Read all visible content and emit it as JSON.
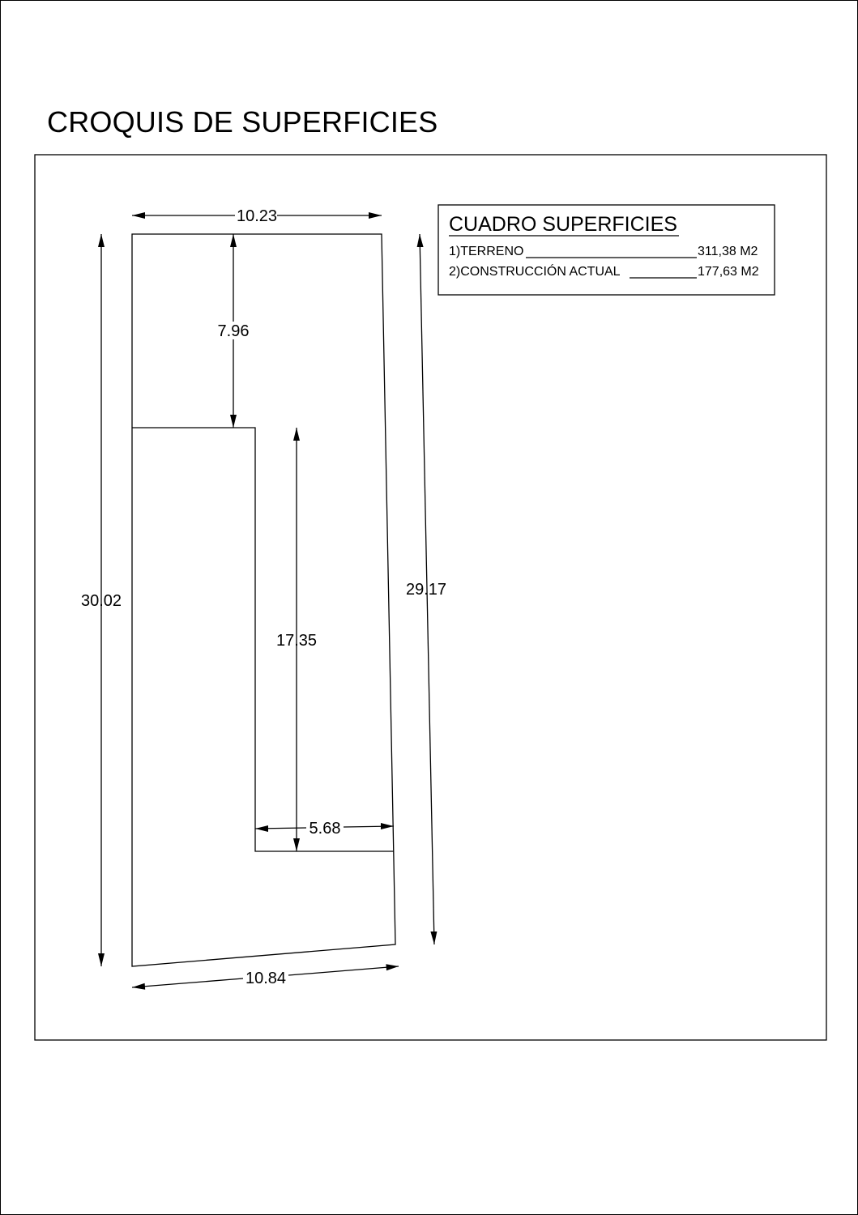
{
  "title": "CROQUIS DE SUPERFICIES",
  "dimensions": {
    "top_width": "10.23",
    "upper_depth": "7.96",
    "left_length": "30.02",
    "right_length": "29.17",
    "inner_length": "17.35",
    "inner_width": "5.68",
    "bottom_width": "10.84"
  },
  "areas_table": {
    "title": "CUADRO SUPERFICIES",
    "rows": [
      {
        "label": "1)TERRENO",
        "value": "311,38 M2"
      },
      {
        "label": "2)CONSTRUCCIÓN ACTUAL",
        "value": "177,63 M2"
      }
    ]
  }
}
